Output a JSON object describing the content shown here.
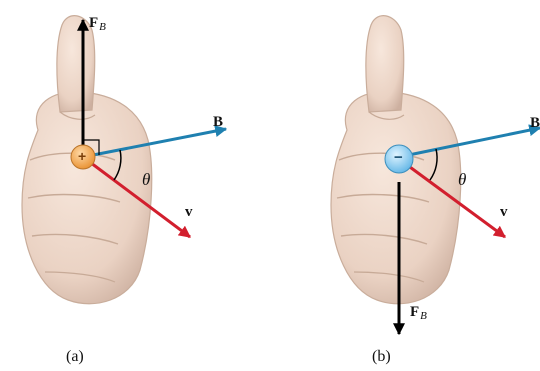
{
  "panel_a": {
    "caption": "(a)",
    "charge_sign": "+",
    "force_label": "F",
    "force_subscript": "B",
    "field_label": "B",
    "velocity_label": "v",
    "angle_label": "θ"
  },
  "panel_b": {
    "caption": "(b)",
    "charge_sign": "−",
    "force_label": "F",
    "force_subscript": "B",
    "field_label": "B",
    "velocity_label": "v",
    "angle_label": "θ"
  },
  "colors": {
    "skin": "#ecd6c8",
    "skin_shadow": "#c9ad9b",
    "positive_charge": "#f0a04a",
    "negative_charge": "#8ecdf0",
    "field_arrow": "#1f80b0",
    "velocity_arrow": "#d21f2e",
    "force_arrow": "#000000"
  }
}
